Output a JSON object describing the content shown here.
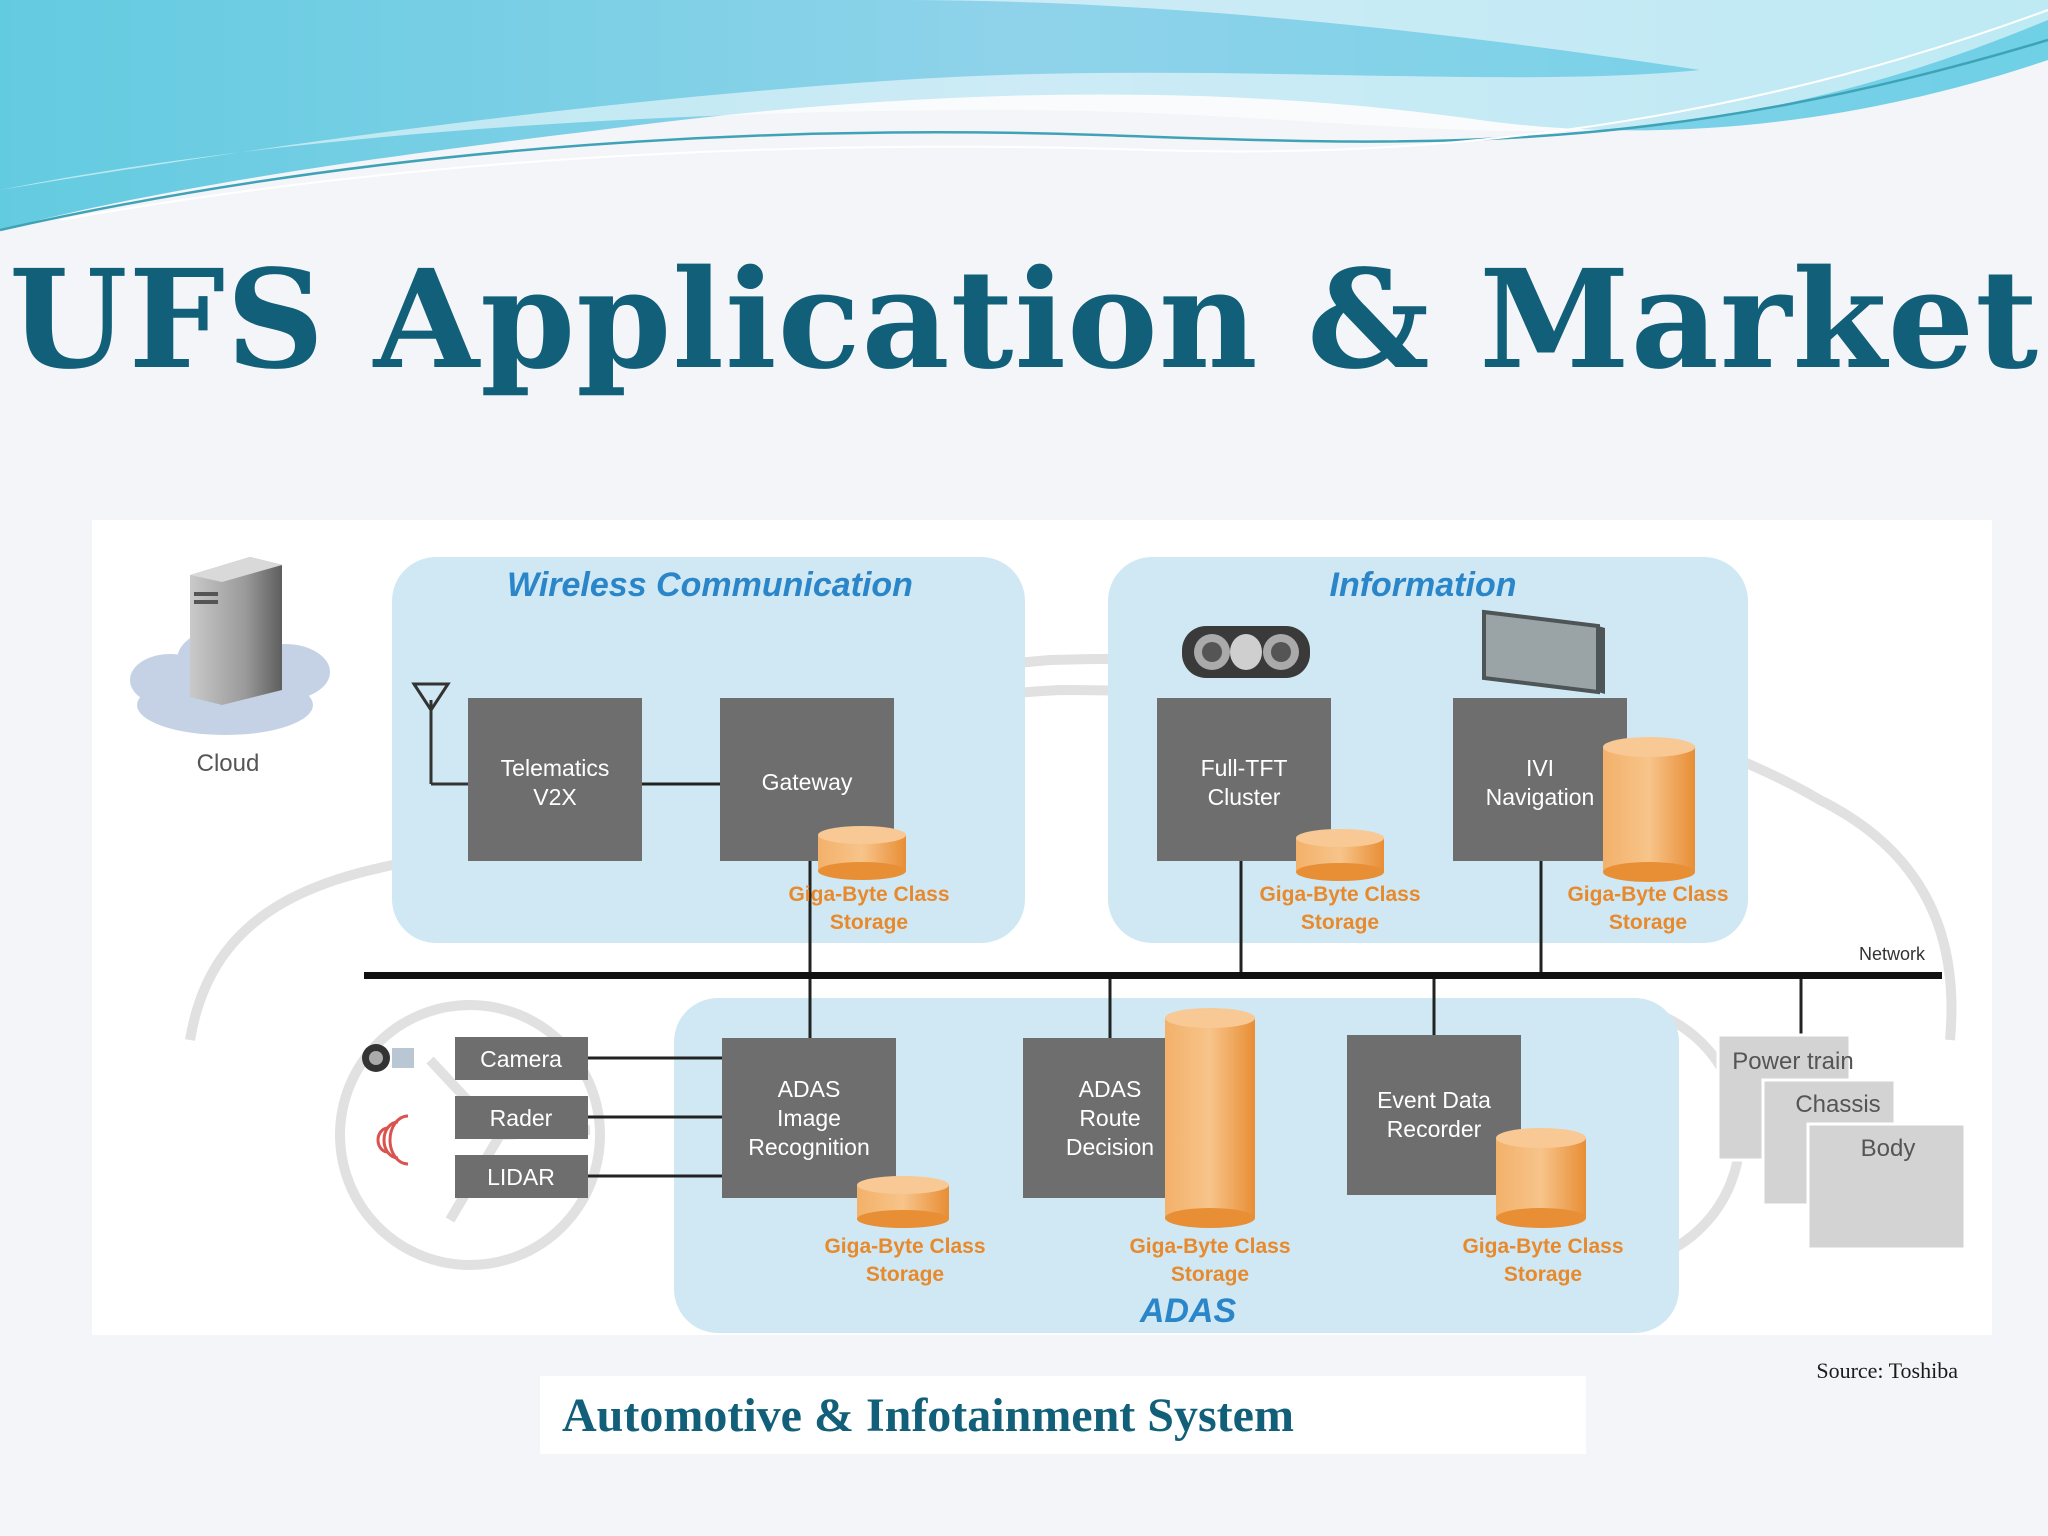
{
  "title": "UFS Application & Market",
  "caption": "Automotive & Infotainment System",
  "source": "Source: Toshiba",
  "colors": {
    "title": "#115f78",
    "group_fill": "#cfe8f4",
    "group_title": "#2a86c9",
    "box_fill": "#6e6e6e",
    "storage": "#f0a04e",
    "storage_label": "#e8892b"
  },
  "diagram": {
    "cloud_label": "Cloud",
    "network_label": "Network",
    "storage_label_line1": "Giga-Byte Class",
    "storage_label_line2": "Storage",
    "groups": {
      "wireless": "Wireless Communication",
      "information": "Information",
      "adas": "ADAS"
    },
    "boxes": {
      "telematics": [
        "Telematics",
        "V2X"
      ],
      "gateway": [
        "Gateway"
      ],
      "full_tft": [
        "Full-TFT",
        "Cluster"
      ],
      "ivi": [
        "IVI",
        "Navigation"
      ],
      "adas_image": [
        "ADAS",
        "Image",
        "Recognition"
      ],
      "adas_route": [
        "ADAS",
        "Route",
        "Decision"
      ],
      "event_data": [
        "Event Data",
        "Recorder"
      ]
    },
    "sensors": [
      "Camera",
      "Rader",
      "LIDAR"
    ],
    "vehicle_systems": [
      "Power train",
      "Chassis",
      "Body"
    ]
  }
}
